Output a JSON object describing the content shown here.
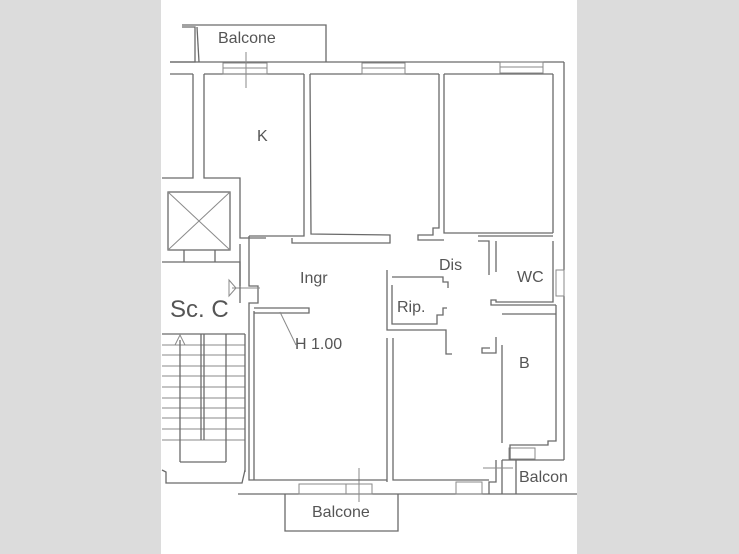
{
  "plan": {
    "background_color": "#dcdcdc",
    "paper_color": "#ffffff",
    "line_color": "#6a6a6a",
    "rooms": {
      "balcone_top": "Balcone",
      "kitchen": "K",
      "entrance": "Ingr",
      "stair": "Sc. C",
      "height_note": "H 1.00",
      "hallway": "Dis",
      "storage": "Rip.",
      "wc": "WC",
      "bath": "B",
      "balcone_bottom": "Balcone",
      "balcone_right": "Balcon"
    }
  }
}
